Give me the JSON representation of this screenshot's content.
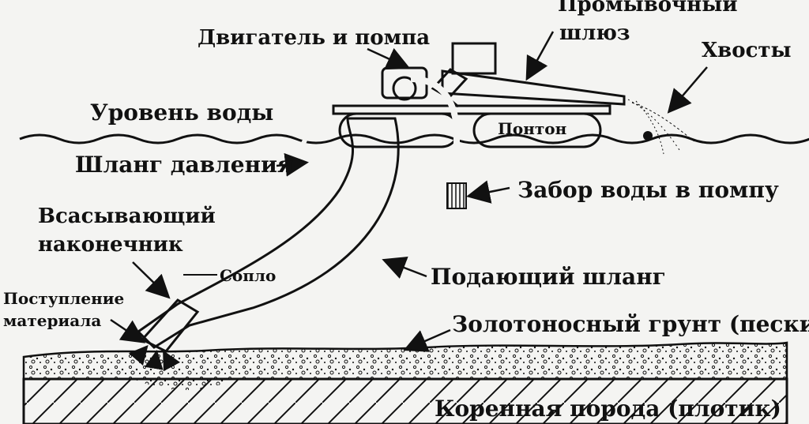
{
  "labels": {
    "flushing_sluice_line1": "Промывочный",
    "flushing_sluice_line2": "шлюз",
    "engine_pump": "Двигатель и помпа",
    "tailings": "Хвосты",
    "water_level": "Уровень воды",
    "pontoon": "Понтон",
    "pressure_hose": "Шланг давления",
    "pump_water_intake": "Забор воды в помпу",
    "suction_nozzle_line1": "Всасывающий",
    "suction_nozzle_line2": "наконечник",
    "jet": "Сопло",
    "feed_hose": "Подающий шланг",
    "material_inflow_line1": "Поступление",
    "material_inflow_line2": "материала",
    "gold_bearing_soil": "Золотоносный грунт (пески)",
    "bedrock": "Коренная порода (плотик)"
  }
}
